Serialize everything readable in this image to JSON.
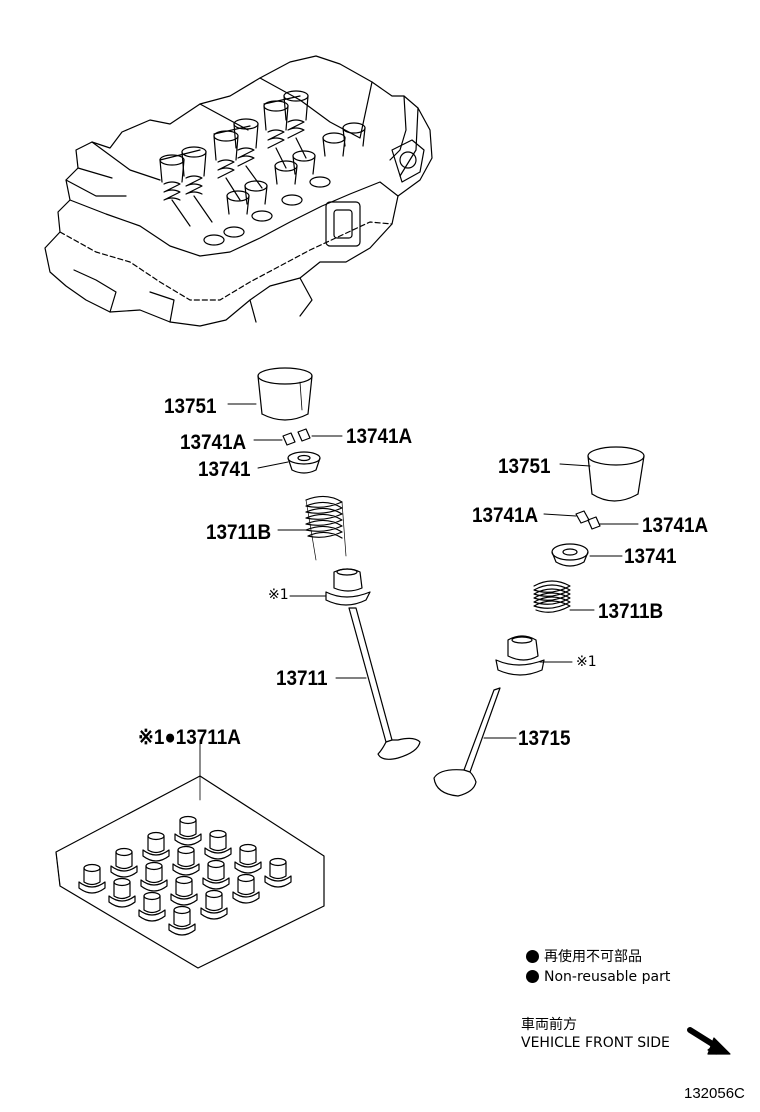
{
  "labels": {
    "seal_set": "※1●13711A",
    "lifter_left": "13751",
    "keeper_left_a": "13741A",
    "keeper_left_b": "13741A",
    "retainer_left": "13741",
    "spring_left": "13711B",
    "seal_mark_left": "※1",
    "valve_left": "13711",
    "lifter_right": "13751",
    "keeper_right_a": "13741A",
    "keeper_right_b": "13741A",
    "retainer_right": "13741",
    "spring_right": "13711B",
    "seal_mark_right": "※1",
    "valve_right": "13715"
  },
  "legend": {
    "jp": "再使用不可部品",
    "en": "Non-reusable part"
  },
  "direction": {
    "jp": "車両前方",
    "en": "VEHICLE FRONT SIDE"
  },
  "diagram_code": "132056C"
}
